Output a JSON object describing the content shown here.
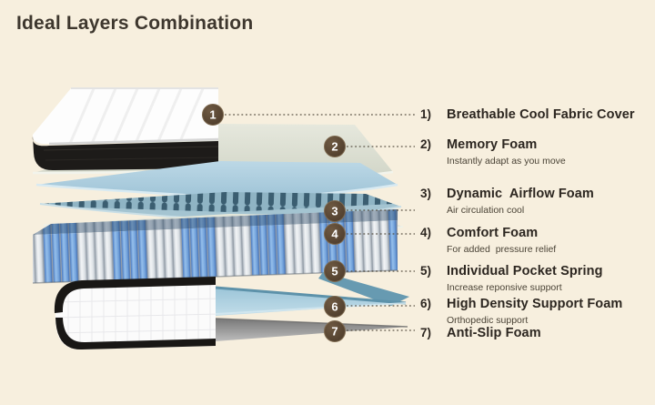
{
  "title": "Ideal Layers Combination",
  "legend": {
    "layers": [
      {
        "num": "1",
        "num_label": "1)",
        "name": "Breathable Cool Fabric Cover",
        "sub": ""
      },
      {
        "num": "2",
        "num_label": "2)",
        "name": "Memory Foam",
        "sub": "Instantly adapt as you move"
      },
      {
        "num": "3",
        "num_label": "3)",
        "name": "Dynamic  Airflow Foam",
        "sub": "Air circulation cool"
      },
      {
        "num": "4",
        "num_label": "4)",
        "name": "Comfort Foam",
        "sub": "For added  pressure relief"
      },
      {
        "num": "5",
        "num_label": "5)",
        "name": "Individual Pocket Spring",
        "sub": "Increase reponsive support"
      },
      {
        "num": "6",
        "num_label": "6)",
        "name": "High Density Support Foam",
        "sub": "Orthopedic support"
      },
      {
        "num": "7",
        "num_label": "7)",
        "name": "Anti-Slip Foam",
        "sub": ""
      }
    ]
  },
  "colors": {
    "background": "#f7efde",
    "marker_brown": "#52412f",
    "cover_black": "#1d1b19",
    "memory_foam": "#dfe2d5",
    "airflow_blue": "#a4c4d1",
    "flat_blue": "#b2d1e0",
    "spring_blue": "#7aabdf",
    "support_blue": "#a9cede",
    "antislip_gray": "#8e8e8e"
  }
}
